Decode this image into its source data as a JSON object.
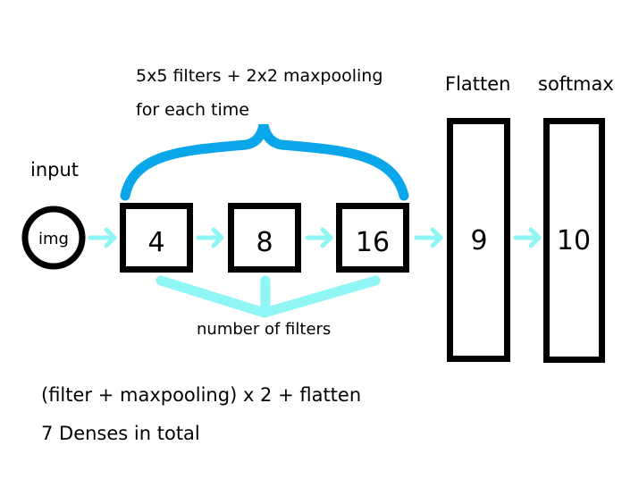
{
  "labels": {
    "group_caption_line1": "5x5 filters + 2x2 maxpooling",
    "group_caption_line2": "for each time",
    "flatten_title": "Flatten",
    "softmax_title": "softmax",
    "input_title": "input",
    "filters_caption": "number of filters"
  },
  "nodes": {
    "input": "img",
    "conv1": "4",
    "conv2": "8",
    "conv3": "16",
    "flatten": "9",
    "softmax": "10"
  },
  "footer": {
    "line1": "(filter + maxpooling) x 2 + flatten",
    "line2": "7 Denses in total"
  },
  "colors": {
    "brace": "#0aa6ea",
    "arrow": "#8ff5f5",
    "filters_brace": "#8ff5f5",
    "box": "#000000"
  }
}
